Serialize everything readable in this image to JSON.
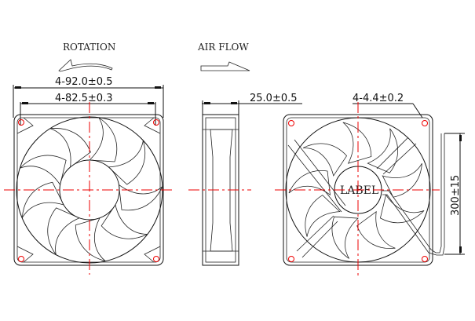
{
  "labels": {
    "rotation": "ROTATION",
    "air_flow": "AIR FLOW",
    "label": "LABEL"
  },
  "dimensions": {
    "outer_width": "4-92.0±0.5",
    "hole_spacing": "4-82.5±0.3",
    "thickness": "25.0±0.5",
    "hole_diameter": "4-4.4±0.2",
    "lead_length": "300±15"
  },
  "colors": {
    "line": "#111111",
    "centerline": "#ee0000"
  }
}
